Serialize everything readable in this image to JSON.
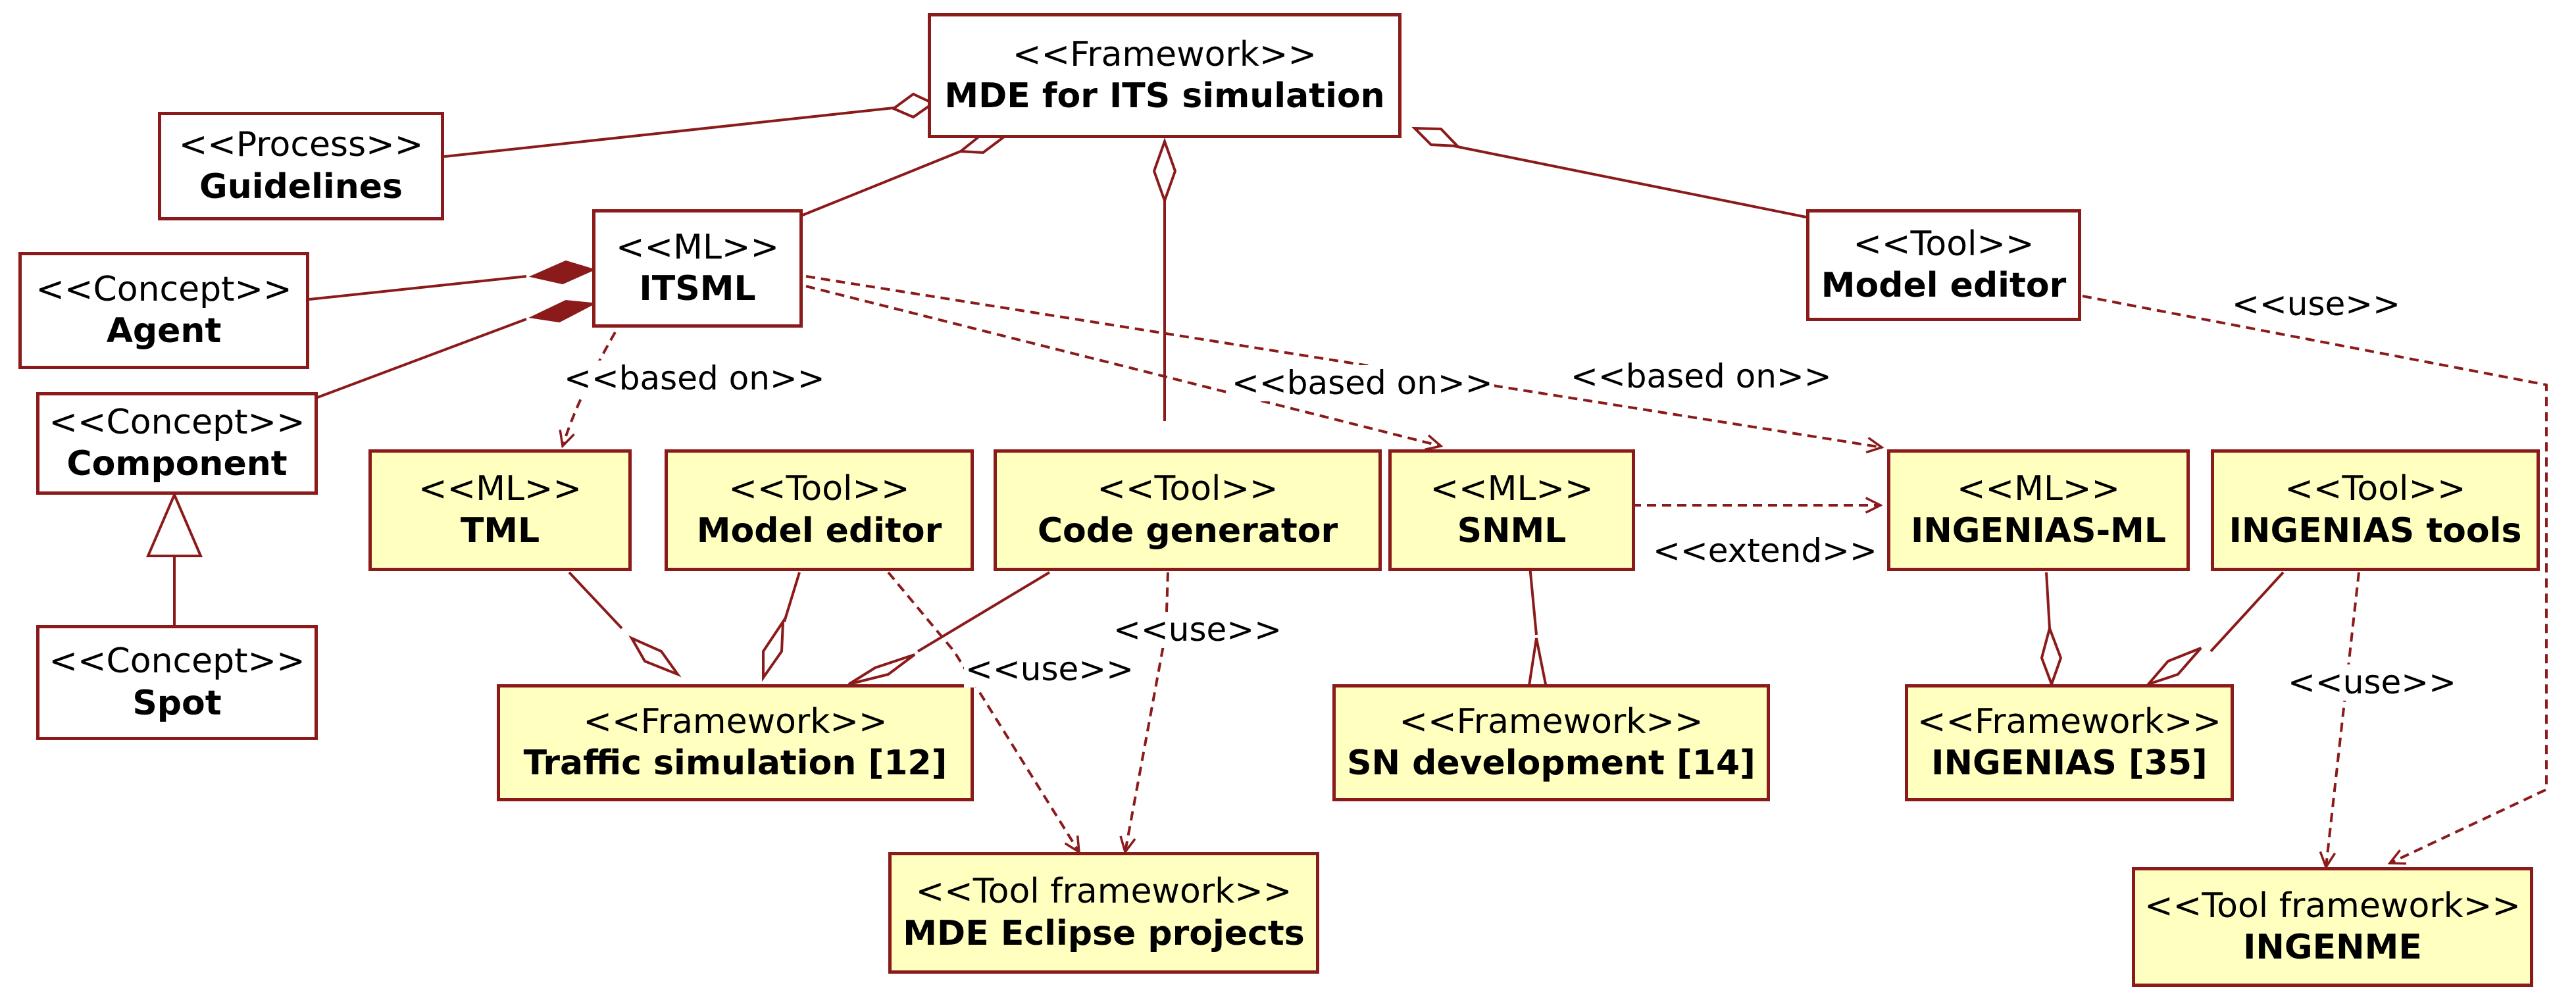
{
  "colors": {
    "line": "#8b1a1a",
    "box_fill": "#ffffc0",
    "plain_fill": "#ffffff"
  },
  "nodes": {
    "mde": {
      "stereotype": "<<Framework>>",
      "name": "MDE for ITS simulation"
    },
    "guidelines": {
      "stereotype": "<<Process>>",
      "name": "Guidelines"
    },
    "itsml": {
      "stereotype": "<<ML>>",
      "name": "ITSML"
    },
    "agent": {
      "stereotype": "<<Concept>>",
      "name": "Agent"
    },
    "component": {
      "stereotype": "<<Concept>>",
      "name": "Component"
    },
    "spot": {
      "stereotype": "<<Concept>>",
      "name": "Spot"
    },
    "model_editor_top": {
      "stereotype": "<<Tool>>",
      "name": "Model editor"
    },
    "tml": {
      "stereotype": "<<ML>>",
      "name": "TML"
    },
    "model_editor": {
      "stereotype": "<<Tool>>",
      "name": "Model editor"
    },
    "code_generator": {
      "stereotype": "<<Tool>>",
      "name": "Code generator"
    },
    "snml": {
      "stereotype": "<<ML>>",
      "name": "SNML"
    },
    "ingenias_ml": {
      "stereotype": "<<ML>>",
      "name": "INGENIAS-ML"
    },
    "ingenias_tools": {
      "stereotype": "<<Tool>>",
      "name": "INGENIAS tools"
    },
    "traffic_sim": {
      "stereotype": "<<Framework>>",
      "name": "Traffic simulation [12]"
    },
    "sn_dev": {
      "stereotype": "<<Framework>>",
      "name": "SN development [14]"
    },
    "ingenias": {
      "stereotype": "<<Framework>>",
      "name": "INGENIAS [35]"
    },
    "mde_eclipse": {
      "stereotype": "<<Tool framework>>",
      "name": "MDE Eclipse projects"
    },
    "ingenme": {
      "stereotype": "<<Tool framework>>",
      "name": "INGENME"
    }
  },
  "labels": {
    "based_on_tml": "<<based on>>",
    "based_on_snml": "<<based on>>",
    "based_on_ingenias": "<<based on>>",
    "use_top": "<<use>>",
    "extend": "<<extend>>",
    "use_code_gen": "<<use>>",
    "use_model_editor": "<<use>>",
    "use_ingenias_tools": "<<use>>"
  }
}
